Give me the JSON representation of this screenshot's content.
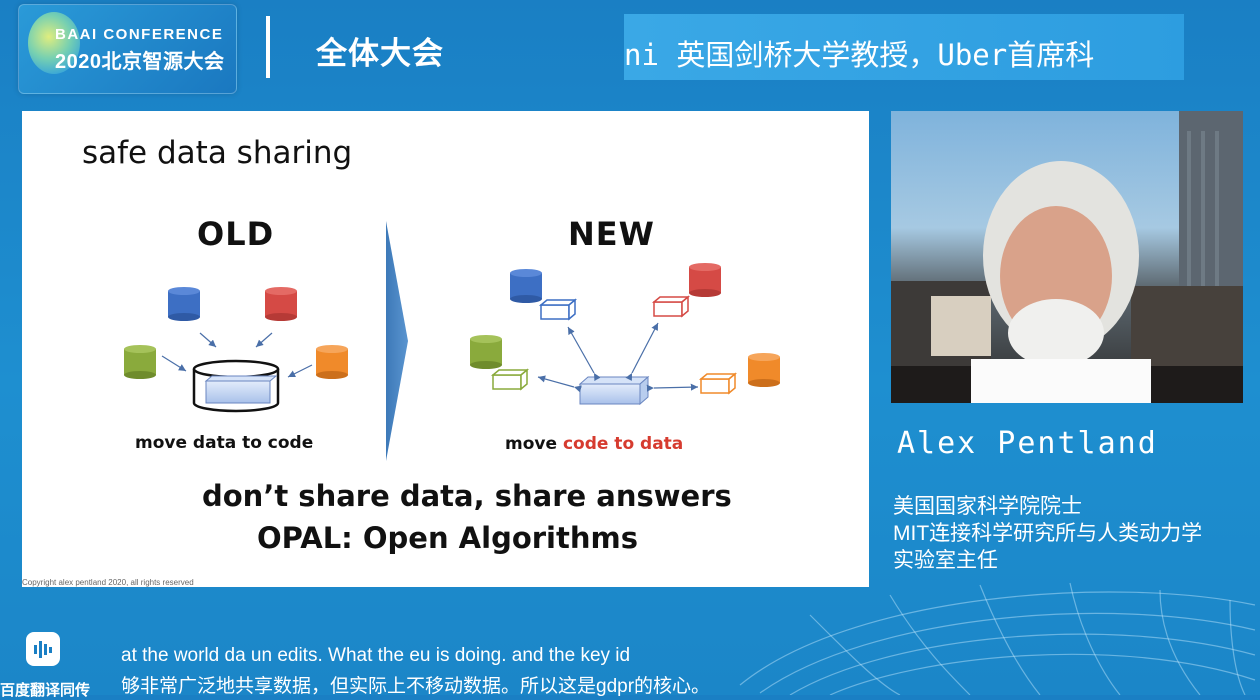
{
  "header": {
    "logo_line1": "BAAI CONFERENCE",
    "logo_line2": "2020北京智源大会",
    "session_title": "全体大会",
    "ticker_text": "ni  英国剑桥大学教授，Uber首席科"
  },
  "slide": {
    "title": "safe data sharing",
    "old_label": "OLD",
    "new_label": "NEW",
    "old_caption": "move data to code",
    "new_caption_prefix": "move",
    "new_caption_highlight": "code to data",
    "answers_line": "don’t share data, share answers",
    "opal_line": "OPAL: Open Algorithms",
    "copyright": "Copyright alex pentland 2020, all rights reserved",
    "colors": {
      "blue": "#3d6fc4",
      "red": "#d54a45",
      "green": "#8aaa3c",
      "orange": "#f08a2a",
      "highlight": "#d63b2f"
    }
  },
  "speaker": {
    "name": "Alex Pentland",
    "desc_line1": "美国国家科学院院士",
    "desc_line2": "MIT连接科学研究所与人类动力学",
    "desc_line3": "实验室主任"
  },
  "subtitles": {
    "app_label": "百度翻译同传",
    "english": "at the world da un edits. What the eu is doing. and the key id",
    "chinese": "够非常广泛地共享数据，但实际上不移动数据。所以这是gdpr的核心。"
  }
}
